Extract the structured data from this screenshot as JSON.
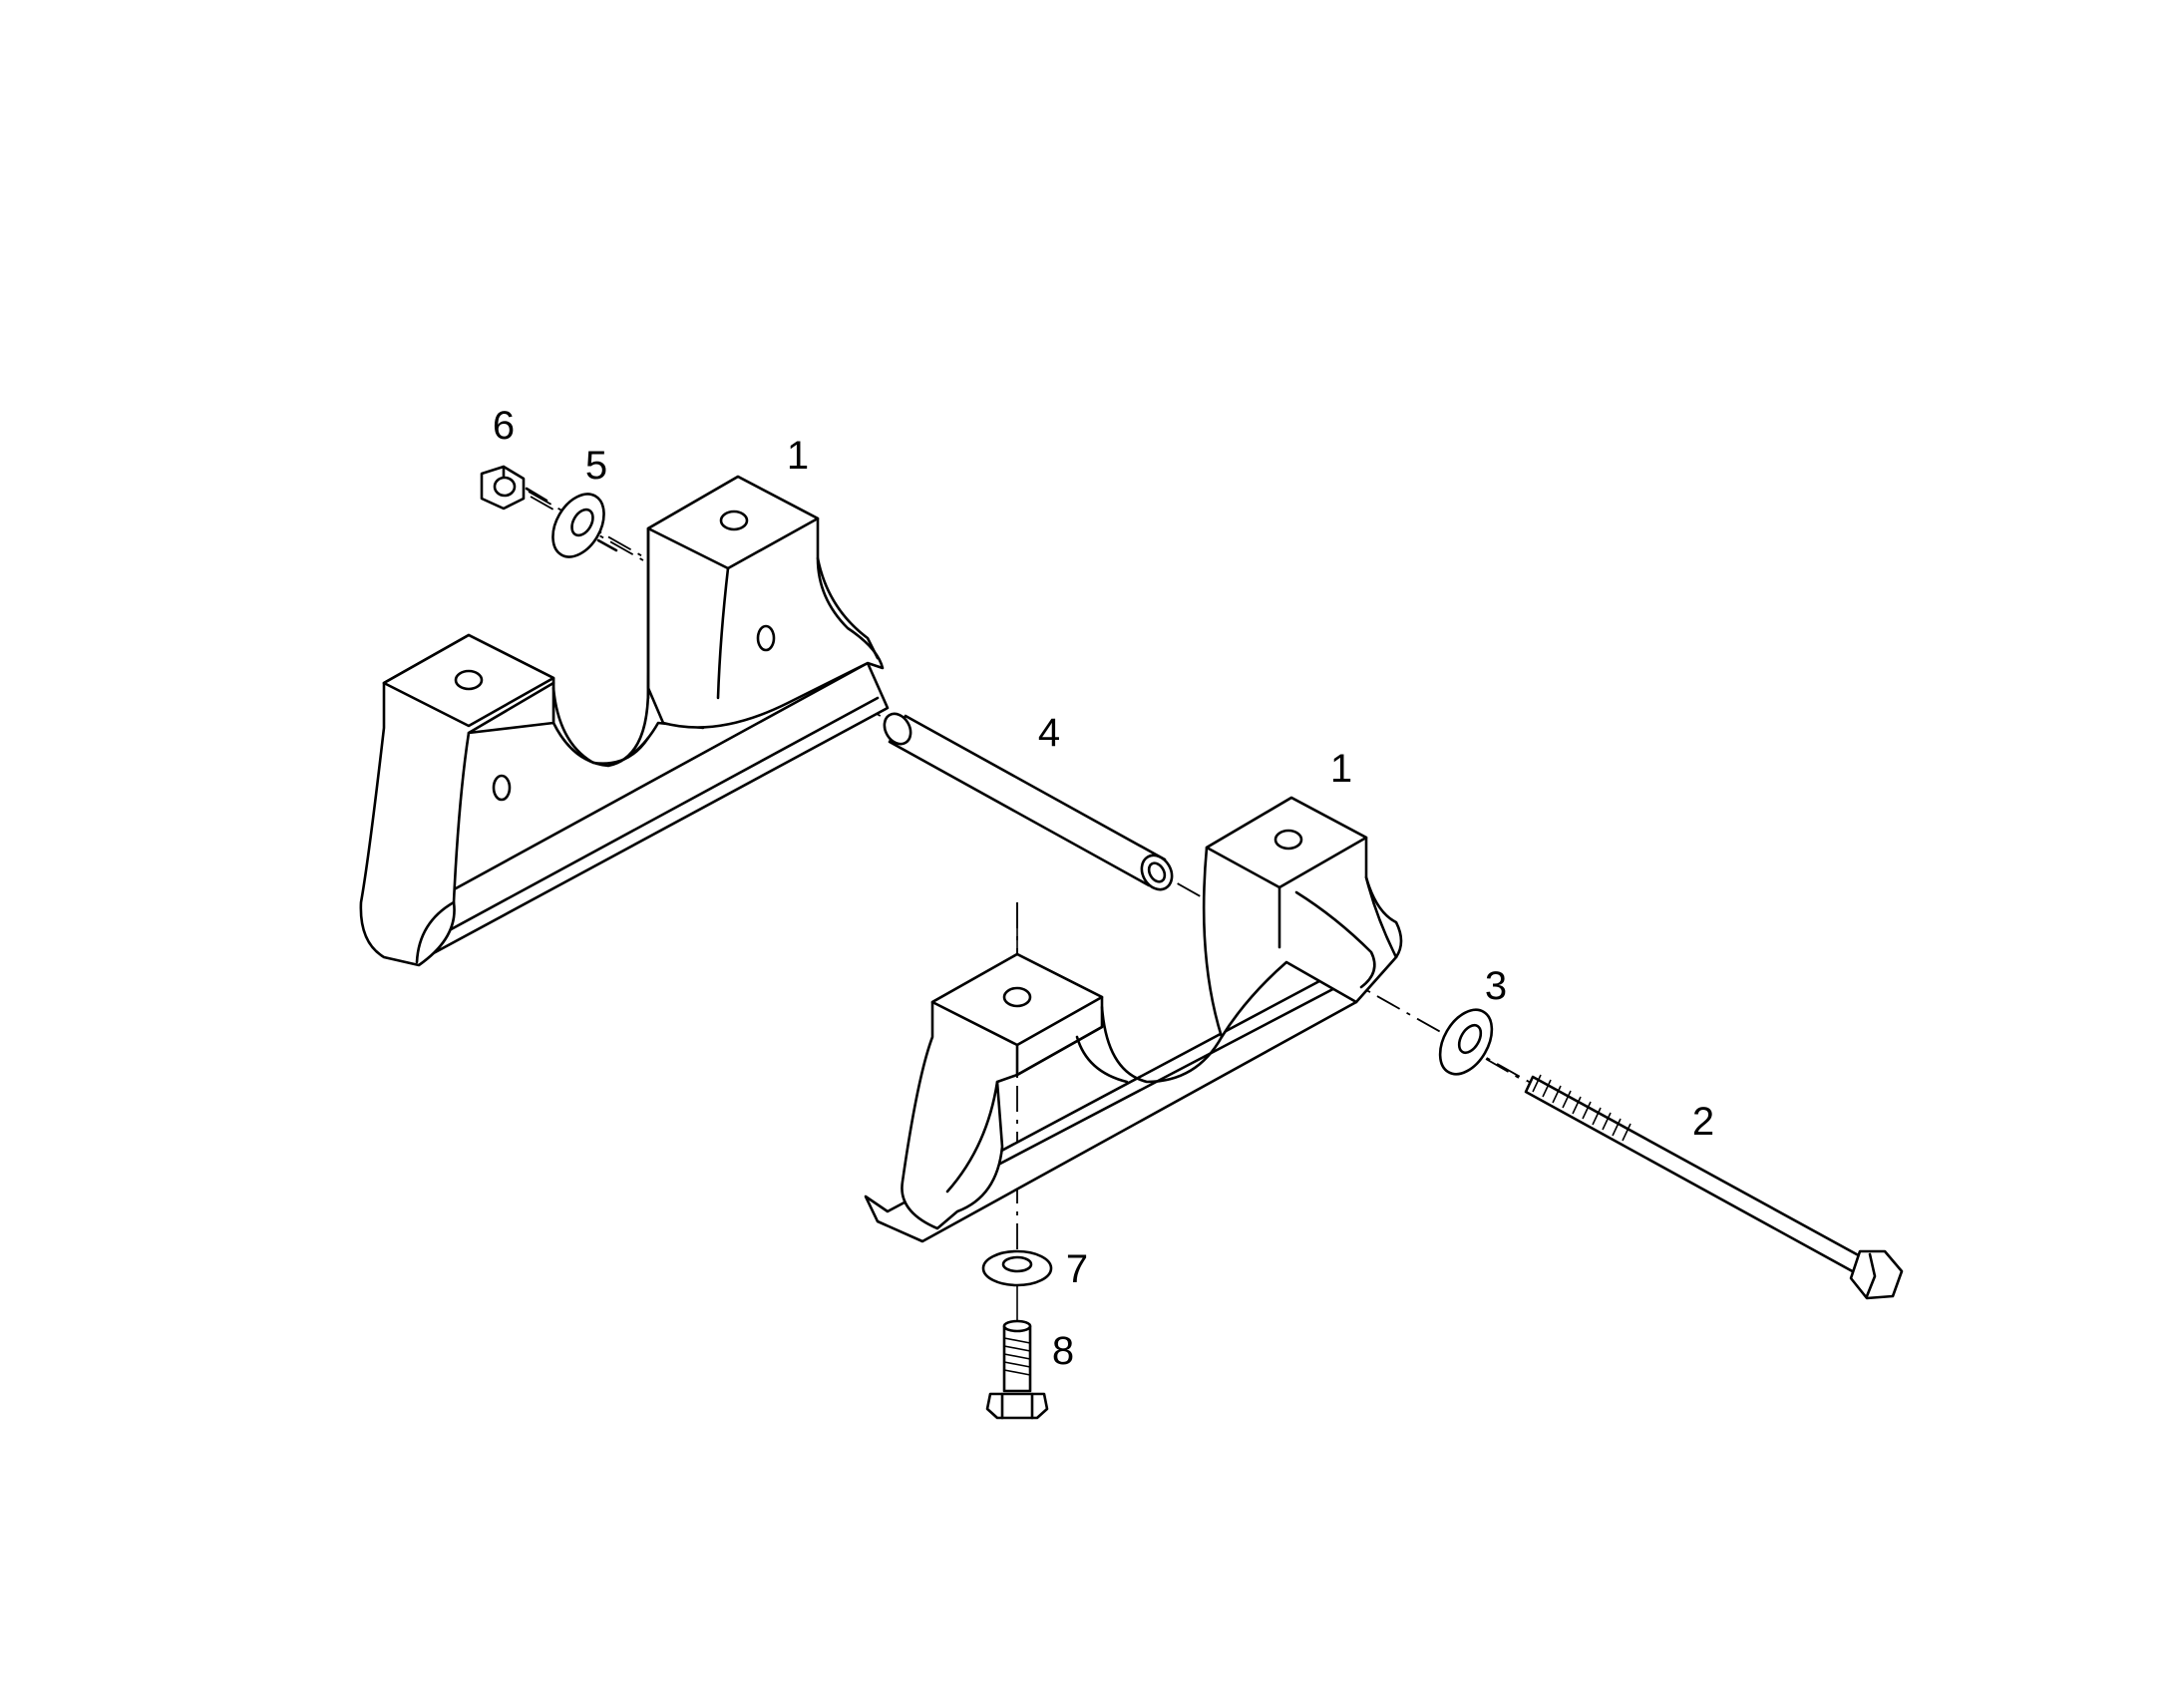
{
  "callouts": {
    "bracket_upper": "1",
    "bracket_lower": "1",
    "long_bolt": "2",
    "washer_right": "3",
    "sleeve": "4",
    "washer_left": "5",
    "nut": "6",
    "washer_bottom": "7",
    "short_bolt": "8"
  }
}
